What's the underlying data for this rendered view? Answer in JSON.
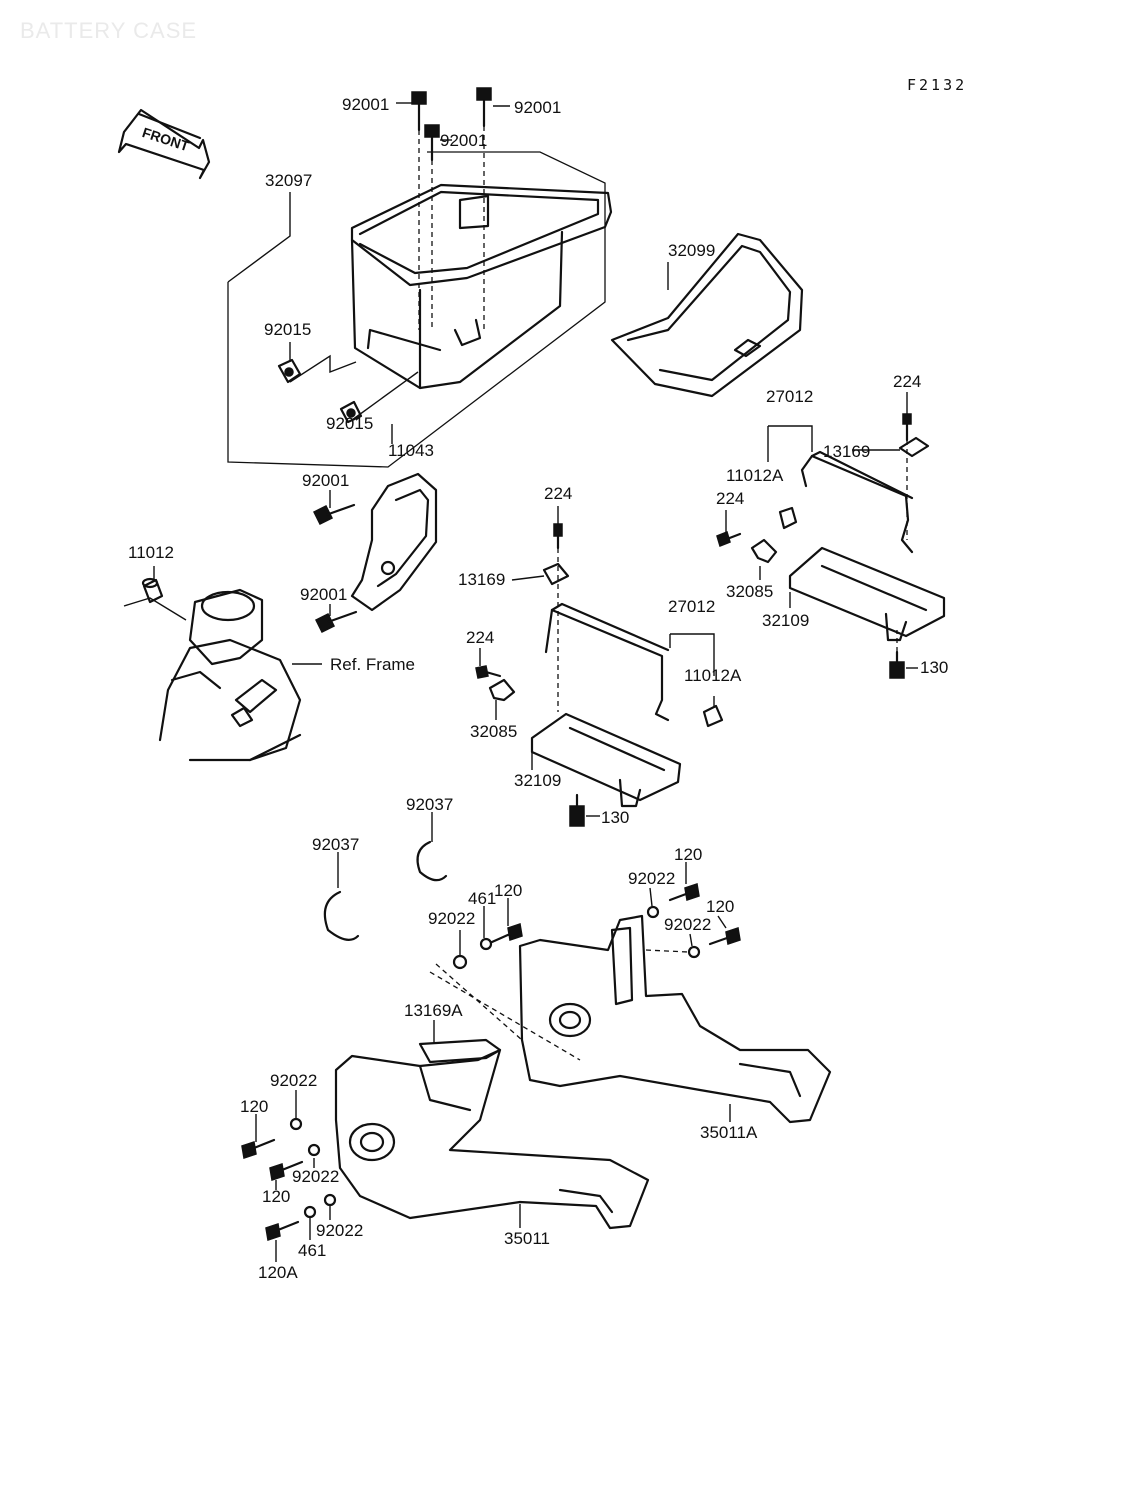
{
  "header": {
    "title": "BATTERY CASE",
    "figure_code": "F2132"
  },
  "front_arrow": {
    "label": "FRONT"
  },
  "frame_ref": {
    "label": "Ref. Frame"
  },
  "labels": {
    "p92001_a": "92001",
    "p92001_b": "92001",
    "p92001_c": "92001",
    "p32097": "32097",
    "p32099": "32099",
    "p92015_a": "92015",
    "p92015_b": "92015",
    "p11043": "11043",
    "p92001_d": "92001",
    "p92001_e": "92001",
    "p11012": "11012",
    "p224_a": "224",
    "p27012_a": "27012",
    "p13169_a": "13169",
    "p11012A_a": "11012A",
    "p224_b": "224",
    "p32085_a": "32085",
    "p32109_a": "32109",
    "p130_a": "130",
    "p224_c": "224",
    "p13169_b": "13169",
    "p27012_b": "27012",
    "p224_d": "224",
    "p11012A_b": "11012A",
    "p32085_b": "32085",
    "p32109_b": "32109",
    "p130_b": "130",
    "p92037_a": "92037",
    "p92037_b": "92037",
    "p120_a": "120",
    "p92022_a": "92022",
    "p461_a": "461",
    "p120_b": "120",
    "p120_c": "120",
    "p92022_b": "92022",
    "p92022_c": "92022",
    "p13169A": "13169A",
    "p35011A": "35011A",
    "p92022_d": "92022",
    "p120_d": "120",
    "p120_e": "120",
    "p92022_e": "92022",
    "p92022_f": "92022",
    "p461_b": "461",
    "p120A": "120A",
    "p35011": "35011"
  }
}
